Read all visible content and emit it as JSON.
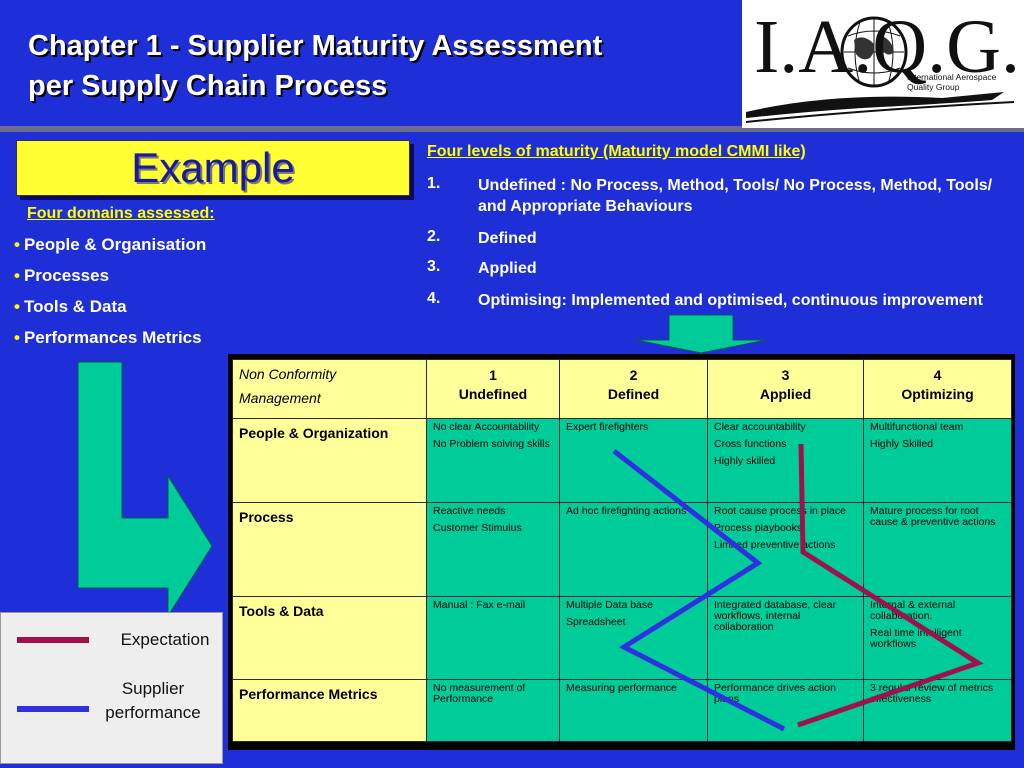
{
  "title": {
    "line1": "Chapter 1 - Supplier Maturity Assessment",
    "line2": "per Supply Chain Process"
  },
  "logo": {
    "letters": "I.A.Q.G.",
    "subtitle_line1": "International Aerospace",
    "subtitle_line2": "Quality Group"
  },
  "example_label": "Example",
  "domains": {
    "heading": "Four domains assessed:",
    "items": [
      "People & Organisation",
      "Processes",
      "Tools & Data",
      "Performances Metrics"
    ]
  },
  "levels": {
    "heading": "Four levels of maturity (Maturity model CMMI like)",
    "items": [
      {
        "num": "1.",
        "text": "Undefined : No Process, Method, Tools/ No Process, Method, Tools/ and Appropriate Behaviours"
      },
      {
        "num": "2.",
        "text": "Defined"
      },
      {
        "num": "3.",
        "text": "Applied"
      },
      {
        "num": "4.",
        "text": "Optimising: Implemented and optimised, continuous improvement"
      }
    ]
  },
  "matrix": {
    "corner": [
      "Non Conformity",
      "Management"
    ],
    "columns": [
      {
        "num": "1",
        "label": "Undefined"
      },
      {
        "num": "2",
        "label": "Defined"
      },
      {
        "num": "3",
        "label": "Applied"
      },
      {
        "num": "4",
        "label": "Optimizing"
      }
    ],
    "rows": [
      {
        "head": "People & Organization",
        "cells": [
          [
            "No clear Accountability",
            "No Problem solving skills"
          ],
          [
            "Expert firefighters"
          ],
          [
            "Clear accountability",
            "Cross functions",
            "Highly skilled"
          ],
          [
            "Multifunctional team",
            "Highly Skilled"
          ]
        ]
      },
      {
        "head": "Process",
        "cells": [
          [
            "Reactive needs",
            "Customer Stimulus"
          ],
          [
            "Ad hoc firefighting actions"
          ],
          [
            "Root cause process in place",
            "Process playbooks",
            "Limited preventive actions"
          ],
          [
            "Mature process for root cause & preventive actions"
          ]
        ]
      },
      {
        "head": "Tools & Data",
        "cells": [
          [
            "Manual :  Fax e-mail"
          ],
          [
            "Multiple Data base",
            "Spreadsheet"
          ],
          [
            "Integrated database, clear workflows, internal collaboration"
          ],
          [
            "Internal & external collaboration.",
            "Real time intelligent workflows"
          ]
        ]
      },
      {
        "head": "Performance Metrics",
        "cells": [
          [
            "No measurement of Performance"
          ],
          [
            "Measuring performance"
          ],
          [
            "Performance drives action plans"
          ],
          [
            "3 regular review of metrics effectiveness"
          ]
        ]
      }
    ]
  },
  "legend": {
    "expectation": "Expectation",
    "supplier_line1": "Supplier",
    "supplier_line2": "performance"
  },
  "colors": {
    "background": "#1f2fd8",
    "heading_yellow": "#ffff00",
    "cell_green": "#00cc99",
    "header_yellow": "#ffff99",
    "arrow_green": "#00cc99",
    "expectation_line": "#a0104a",
    "supplier_line": "#3030e0"
  }
}
